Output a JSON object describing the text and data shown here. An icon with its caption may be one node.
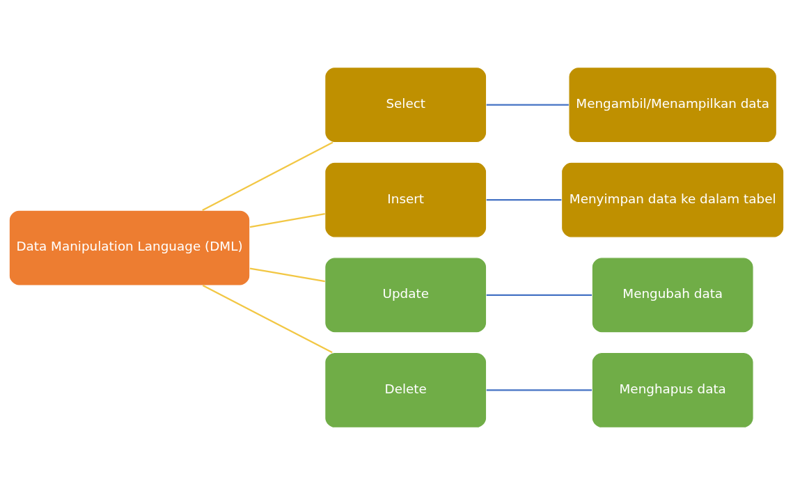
{
  "diagram": {
    "nodes": [
      {
        "text": [
          "Data Manipulation Language (DML)"
        ]
      },
      {
        "text": [
          "Select"
        ]
      },
      {
        "text": [
          "Mengambil/Menampilkan data"
        ]
      },
      {
        "text": [
          "Insert"
        ]
      },
      {
        "text": [
          "Menyimpan data ke dalam tabel"
        ]
      },
      {
        "text": [
          "Update"
        ]
      },
      {
        "text": [
          "Mengubah data"
        ]
      },
      {
        "text": [
          "Delete"
        ]
      },
      {
        "text": [
          "Menghapus data"
        ]
      }
    ],
    "edges": [
      {
        "from": 0,
        "to": 1,
        "arrow": "none",
        "color": "#f2c744"
      },
      {
        "from": 1,
        "to": 2,
        "arrow": "none",
        "color": "#4472c4"
      },
      {
        "from": 0,
        "to": 3,
        "arrow": "none",
        "color": "#f2c744"
      },
      {
        "from": 3,
        "to": 4,
        "arrow": "none",
        "color": "#4472c4"
      },
      {
        "from": 0,
        "to": 5,
        "arrow": "none",
        "color": "#f2c744"
      },
      {
        "from": 5,
        "to": 6,
        "arrow": "none",
        "color": "#4472c4"
      },
      {
        "from": 0,
        "to": 7,
        "arrow": "none",
        "color": "#f2c744"
      },
      {
        "from": 7,
        "to": 8,
        "arrow": "none",
        "color": "#4472c4"
      }
    ]
  }
}
